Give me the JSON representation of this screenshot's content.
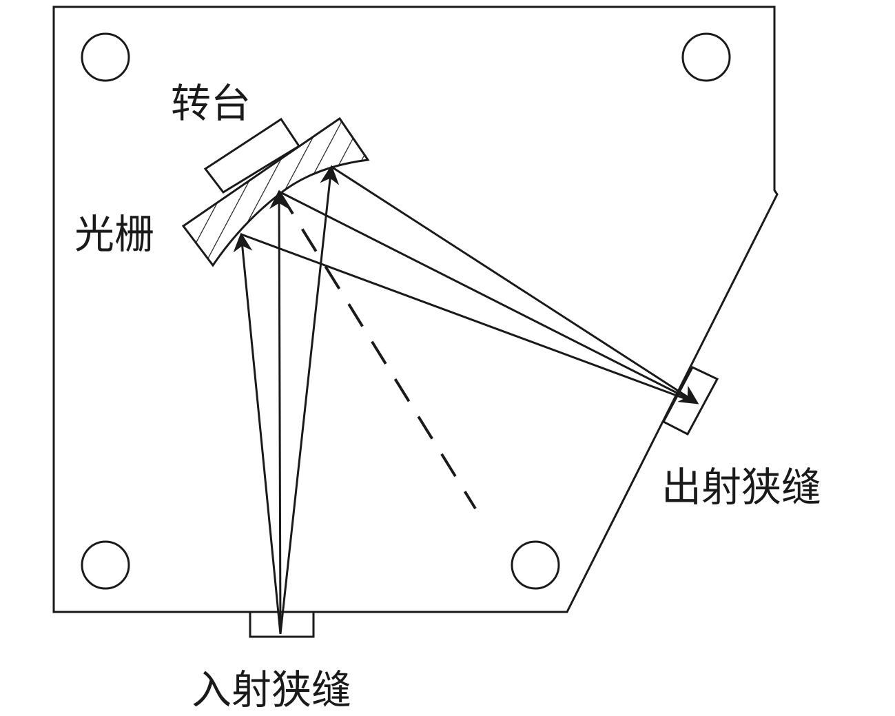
{
  "labels": {
    "turntable": "转台",
    "grating": "光栅",
    "exit_slit": "出射狭缝",
    "entrance_slit": "入射狭缝"
  },
  "colors": {
    "line": "#1a1a1a",
    "background": "#ffffff"
  }
}
